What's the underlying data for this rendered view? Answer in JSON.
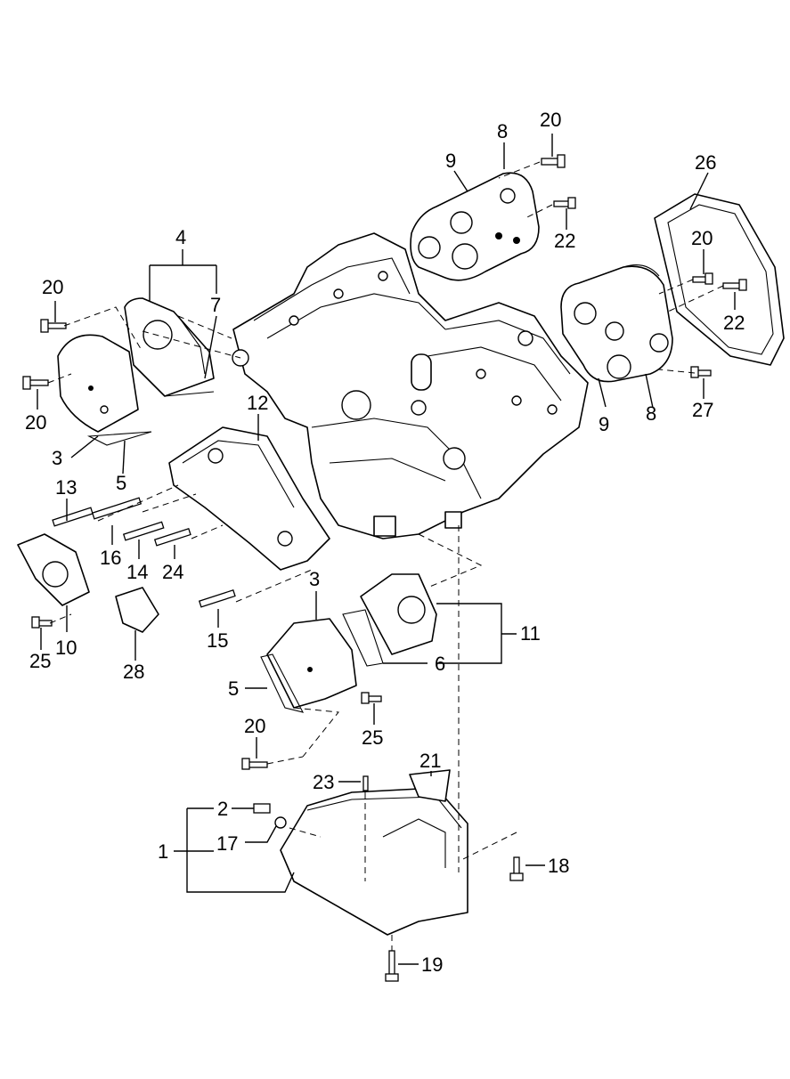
{
  "callouts": [
    {
      "id": "c20a",
      "label": "20"
    },
    {
      "id": "c8a",
      "label": "8"
    },
    {
      "id": "c9a",
      "label": "9"
    },
    {
      "id": "c22a",
      "label": "22"
    },
    {
      "id": "c26",
      "label": "26"
    },
    {
      "id": "c20b",
      "label": "20"
    },
    {
      "id": "c22b",
      "label": "22"
    },
    {
      "id": "c27",
      "label": "27"
    },
    {
      "id": "c9b",
      "label": "9"
    },
    {
      "id": "c8b",
      "label": "8"
    },
    {
      "id": "c4",
      "label": "4"
    },
    {
      "id": "c7",
      "label": "7"
    },
    {
      "id": "c20c",
      "label": "20"
    },
    {
      "id": "c20d",
      "label": "20"
    },
    {
      "id": "c3a",
      "label": "3"
    },
    {
      "id": "c5a",
      "label": "5"
    },
    {
      "id": "c12",
      "label": "12"
    },
    {
      "id": "c13",
      "label": "13"
    },
    {
      "id": "c16",
      "label": "16"
    },
    {
      "id": "c14",
      "label": "14"
    },
    {
      "id": "c24",
      "label": "24"
    },
    {
      "id": "c25a",
      "label": "25"
    },
    {
      "id": "c10",
      "label": "10"
    },
    {
      "id": "c28",
      "label": "28"
    },
    {
      "id": "c15",
      "label": "15"
    },
    {
      "id": "c3b",
      "label": "3"
    },
    {
      "id": "c11",
      "label": "11"
    },
    {
      "id": "c6",
      "label": "6"
    },
    {
      "id": "c5b",
      "label": "5"
    },
    {
      "id": "c25b",
      "label": "25"
    },
    {
      "id": "c20e",
      "label": "20"
    },
    {
      "id": "c21",
      "label": "21"
    },
    {
      "id": "c23",
      "label": "23"
    },
    {
      "id": "c2",
      "label": "2"
    },
    {
      "id": "c17",
      "label": "17"
    },
    {
      "id": "c1",
      "label": "1"
    },
    {
      "id": "c18",
      "label": "18"
    },
    {
      "id": "c19",
      "label": "19"
    }
  ]
}
